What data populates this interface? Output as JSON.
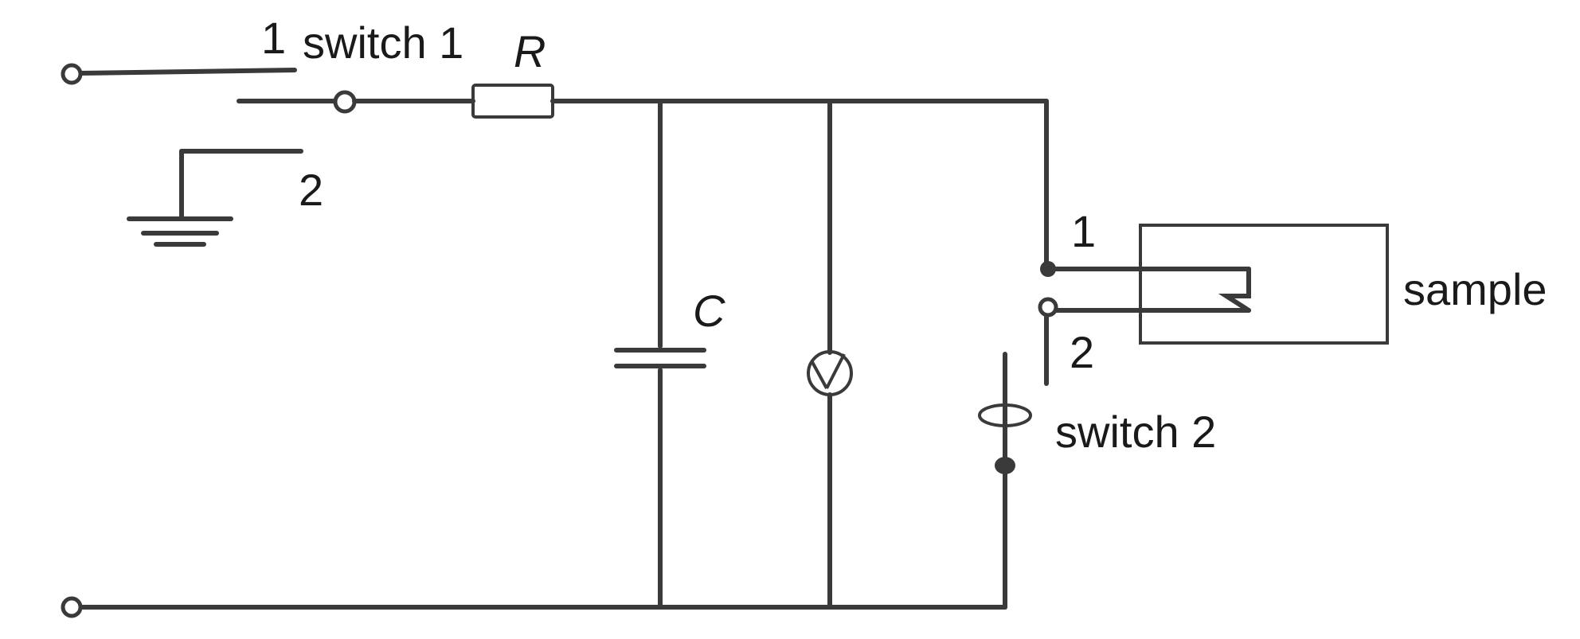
{
  "labels": {
    "switch1_pos1": "1",
    "switch1_name": "switch 1",
    "switch1_pos2": "2",
    "resistor": "R",
    "capacitor": "C",
    "switch2_pos1": "1",
    "switch2_pos2": "2",
    "switch2_name": "switch 2",
    "sample": "sample"
  },
  "colors": {
    "line": "#3a3a3a",
    "background": "#ffffff",
    "text": "#1a1a1a"
  }
}
